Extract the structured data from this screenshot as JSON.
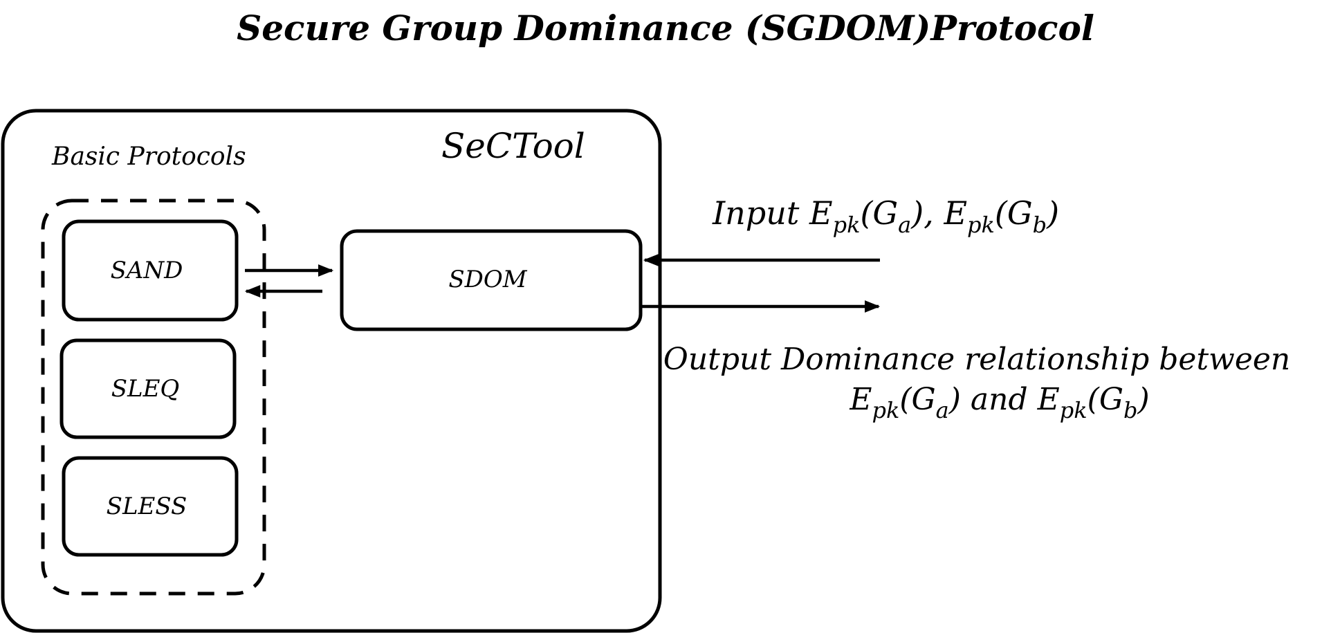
{
  "title": {
    "prefix": "Secure Group Dominance (",
    "abbr": "SGDOM",
    "suffix": ")Protocol"
  },
  "sectool": {
    "label": "SeCTool",
    "basic_protocols_label": "Basic Protocols",
    "basic_protocols": [
      "SAND",
      "SLEQ",
      "SLESS"
    ],
    "sdom_label": "SDOM"
  },
  "input": {
    "word": "Input",
    "E": "E",
    "sub_pk": "pk",
    "G": "G",
    "sub_a": "a",
    "sub_b": "b"
  },
  "output": {
    "line1": "Output Dominance relationship between",
    "and": "and"
  }
}
